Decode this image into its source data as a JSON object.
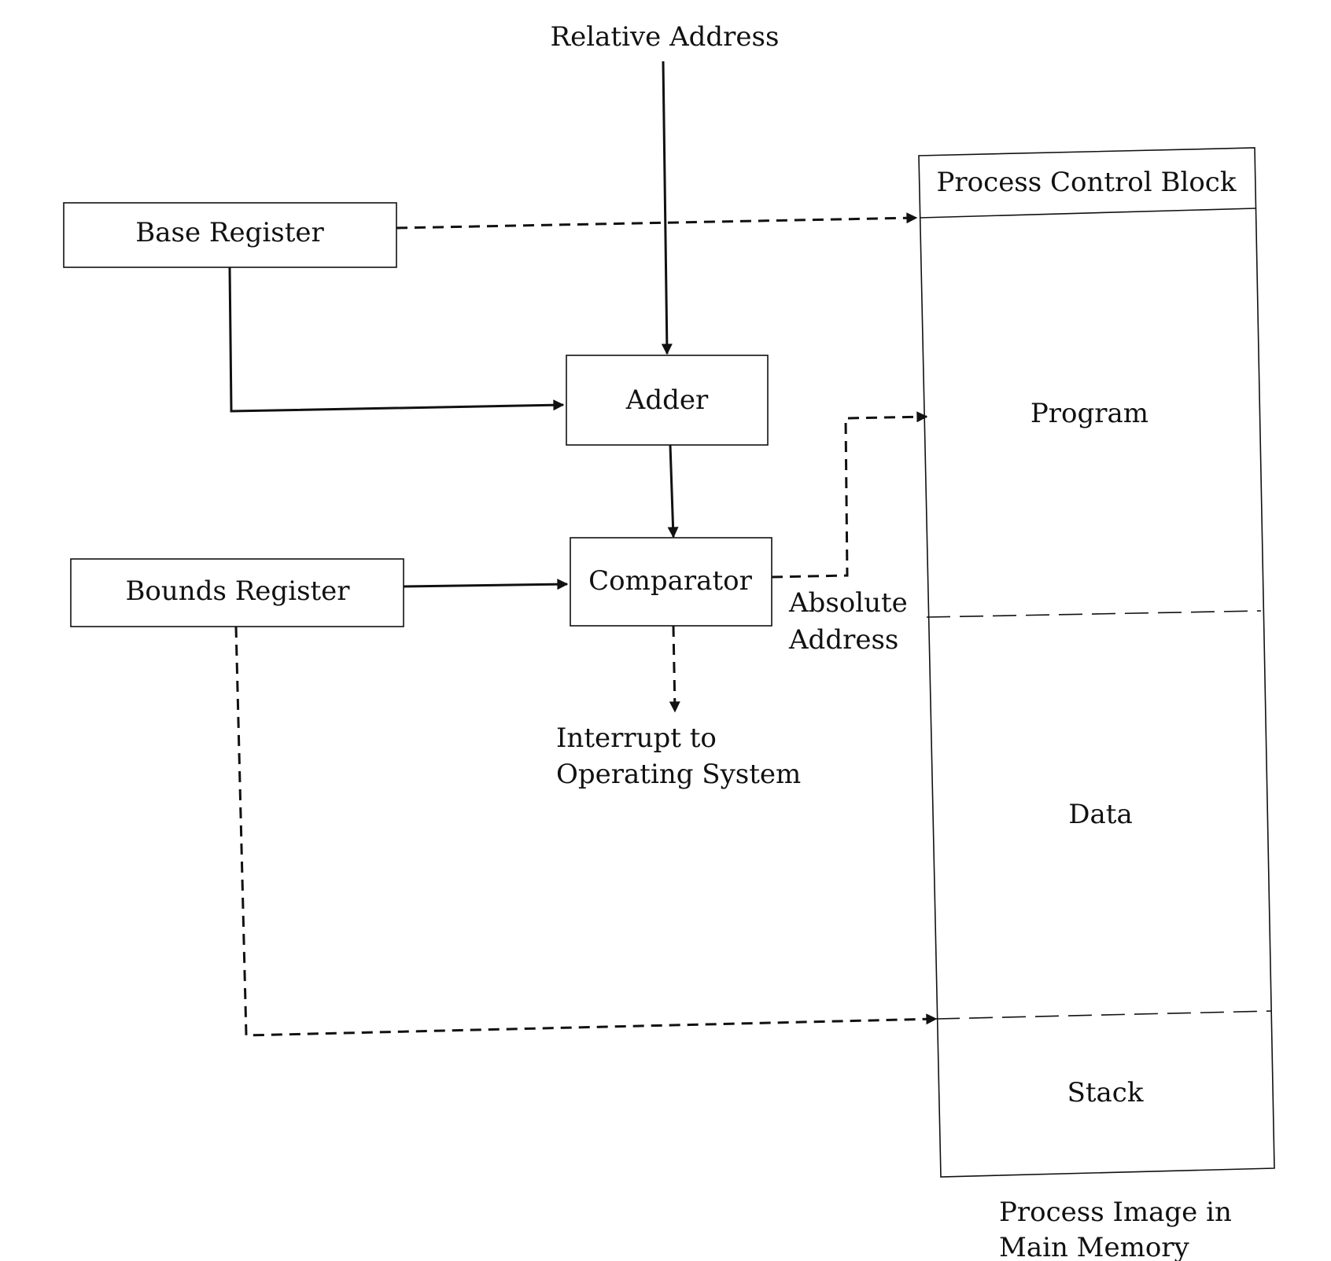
{
  "labels": {
    "relative_address": "Relative Address",
    "base_register": "Base Register",
    "bounds_register": "Bounds Register",
    "adder": "Adder",
    "comparator": "Comparator",
    "absolute_address_line1": "Absolute",
    "absolute_address_line2": "Address",
    "interrupt_line1": "Interrupt to",
    "interrupt_line2": "Operating System",
    "process_control_block": "Process Control Block",
    "program": "Program",
    "data": "Data",
    "stack": "Stack",
    "process_image_line1": "Process Image in",
    "process_image_line2": "Main Memory"
  }
}
